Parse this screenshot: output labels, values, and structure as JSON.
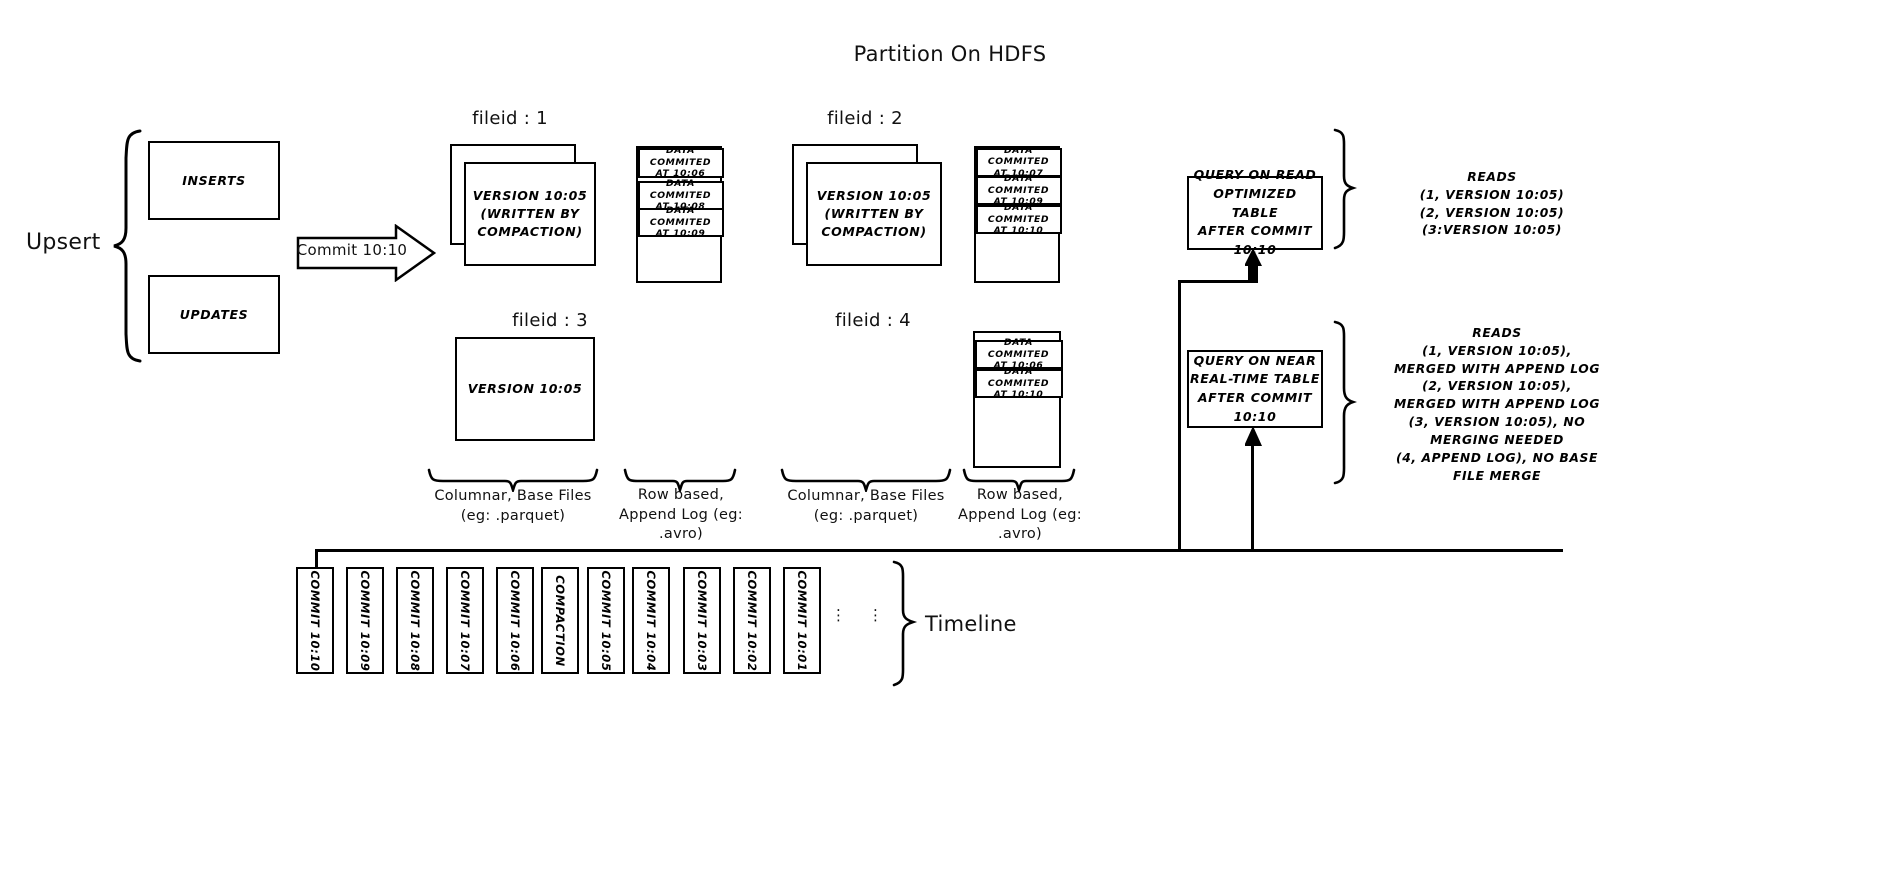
{
  "title": "Partition On HDFS",
  "upsert": {
    "label": "Upsert",
    "inserts": "INSERTS",
    "updates": "UPDATES"
  },
  "commit_arrow": {
    "label": "Commit 10:10"
  },
  "columns": [
    {
      "fileid_label": "fileid : 1",
      "version_box": "VERSION 10:05\n(WRITTEN BY\nCOMPACTION)",
      "version_lines": [
        "VERSION 10:05",
        "(WRITTEN BY",
        "COMPACTION)"
      ],
      "log_rows": [
        "DATA COMMITED\nAT 10:06",
        "DATA COMMITED\nAT 10:08",
        "DATA COMMITED\nAT 10:09"
      ]
    },
    {
      "fileid_label": "fileid : 2",
      "version_lines": [
        "VERSION 10:05",
        "(WRITTEN BY",
        "COMPACTION)"
      ],
      "log_rows": [
        "DATA COMMITED\nAT 10:07",
        "DATA COMMITED\nAT 10:09",
        "DATA COMMITED\nAT 10:10"
      ]
    },
    {
      "fileid_label": "fileid : 3",
      "version_lines": [
        "VERSION 10:05"
      ],
      "log_rows": []
    },
    {
      "fileid_label": "fileid : 4",
      "version_lines": [],
      "log_rows": [
        "DATA COMMITED\nAT 10:06",
        "DATA COMMITED\nAT 10:10"
      ]
    }
  ],
  "captions": {
    "base_files": "Columnar, Base Files\n(eg: .parquet)",
    "base_files_lines": [
      "Columnar, Base Files",
      "(eg: .parquet)"
    ],
    "append_log_lines": [
      "Row based,",
      "Append Log  (eg:",
      ".avro)"
    ]
  },
  "queries": {
    "read_optimized_lines": [
      "QUERY ON READ",
      "OPTIMIZED TABLE",
      "AFTER COMMIT",
      "10:10"
    ],
    "near_realtime_lines": [
      "QUERY ON NEAR",
      "REAL-TIME TABLE",
      "AFTER COMMIT",
      "10:10"
    ]
  },
  "reads": {
    "read_optimized_lines": [
      "READS",
      "(1, VERSION 10:05)",
      "(2, VERSION 10:05)",
      "(3:VERSION 10:05)"
    ],
    "near_realtime_lines": [
      "READS",
      "(1, VERSION 10:05),",
      "MERGED WITH APPEND LOG",
      "(2, VERSION 10:05),",
      "MERGED WITH APPEND LOG",
      "(3, VERSION 10:05), NO",
      "MERGING NEEDED",
      "(4, APPEND LOG), NO BASE",
      "FILE MERGE"
    ]
  },
  "timeline": {
    "label": "Timeline",
    "items": [
      "COMMIT  10:10",
      "COMMIT  10:09",
      "COMMIT  10:08",
      "COMMIT  10:07",
      "COMMIT  10:06",
      "COMPACTION",
      "COMMIT  10:05",
      "COMMIT  10:04",
      "COMMIT  10:03",
      "COMMIT  10:02",
      "COMMIT  10:01"
    ],
    "ellipsis": "⋮"
  },
  "colors": {
    "ink": "#000000",
    "paper": "#ffffff"
  }
}
